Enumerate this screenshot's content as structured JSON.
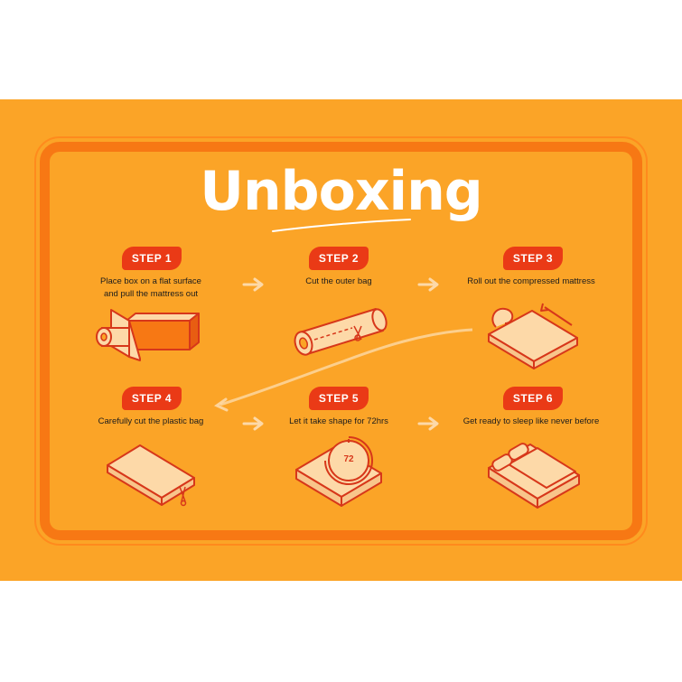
{
  "title": "Unboxing",
  "steps": [
    {
      "badge": "STEP 1",
      "line1": "Place box on a flat surface",
      "line2": "and pull the mattress out"
    },
    {
      "badge": "STEP 2",
      "line1": "Cut the outer bag",
      "line2": ""
    },
    {
      "badge": "STEP 3",
      "line1": "Roll out the compressed mattress",
      "line2": ""
    },
    {
      "badge": "STEP 4",
      "line1": "Carefully cut the plastic bag",
      "line2": ""
    },
    {
      "badge": "STEP 5",
      "line1": "Let it take shape for 72hrs",
      "line2": ""
    },
    {
      "badge": "STEP 6",
      "line1": "Get ready to sleep like never before",
      "line2": ""
    }
  ],
  "timer_label": "72",
  "colors": {
    "background": "#fba427",
    "frame": "#f77814",
    "badge": "#ea3a16",
    "icon_fill": "#fdd9a8",
    "icon_stroke": "#d7371a"
  }
}
